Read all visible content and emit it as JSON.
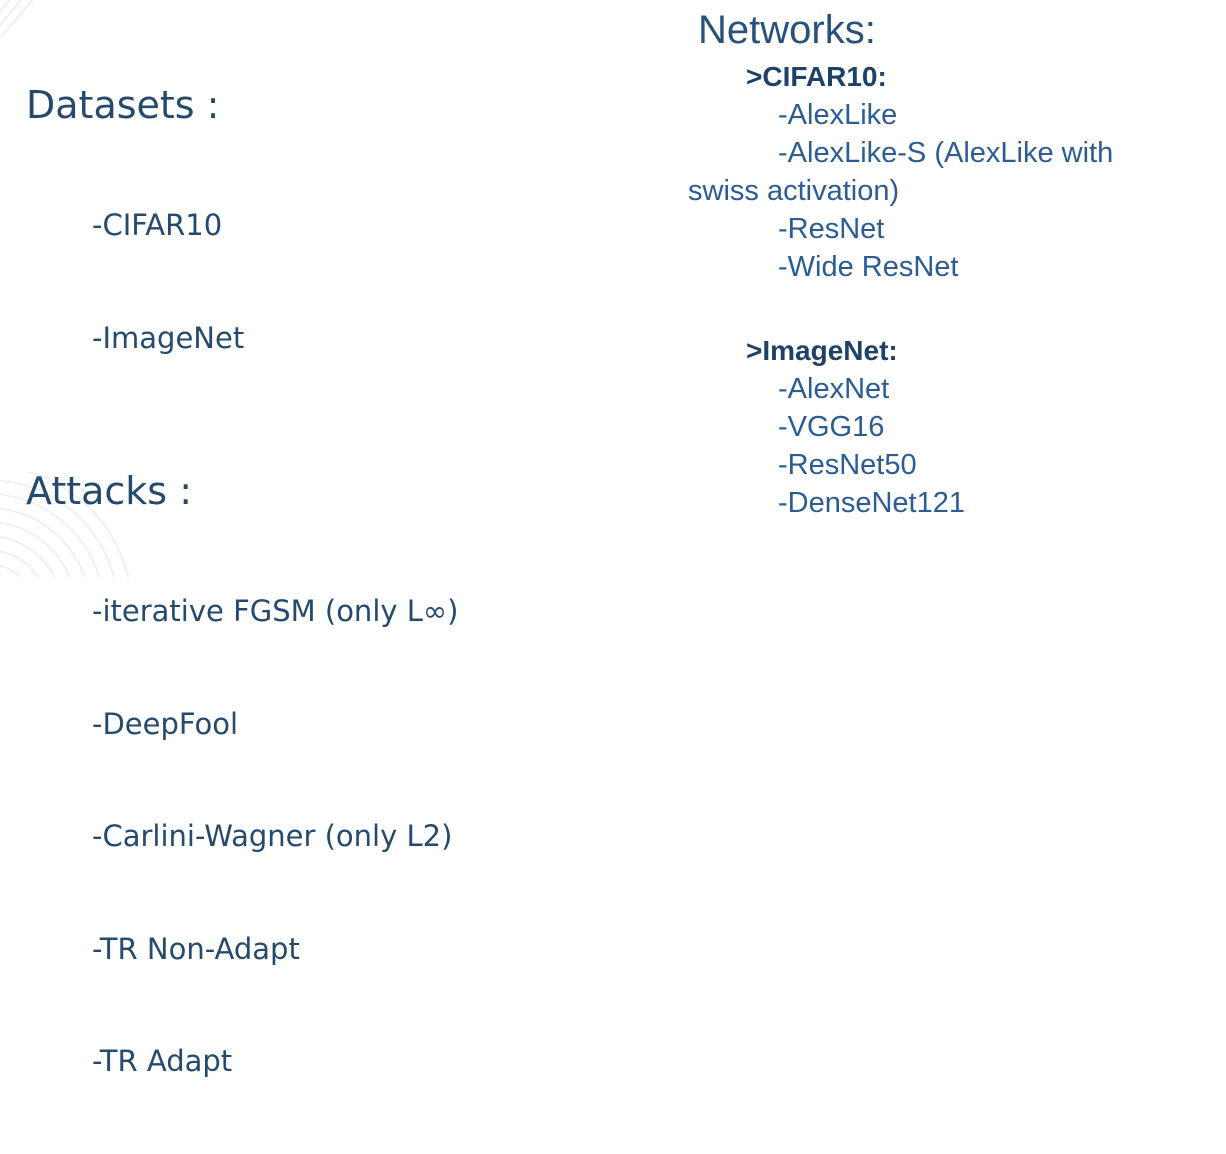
{
  "page": {
    "background": "#ffffff"
  },
  "colors": {
    "left_text": "#254a6e",
    "right_title": "#28527b",
    "right_subheading": "#1e4167",
    "right_text": "#2b5c94",
    "decoration_gray": "#ececec"
  },
  "left_column": {
    "sections": [
      {
        "title": "Datasets :",
        "items": [
          "-CIFAR10",
          "-ImageNet"
        ]
      },
      {
        "title": "Attacks :",
        "items": [
          "-iterative FGSM (only L∞)",
          "-DeepFool",
          "-Carlini-Wagner (only L2)",
          "-TR Non-Adapt",
          "-TR Adapt"
        ]
      }
    ]
  },
  "right_column": {
    "title": "Networks:",
    "groups": [
      {
        "title": ">CIFAR10:",
        "items": [
          "-AlexLike",
          "-AlexLike-S (AlexLike with\nswiss activation)",
          "-ResNet",
          "-Wide ResNet"
        ]
      },
      {
        "title": ">ImageNet:",
        "items": [
          "-AlexNet",
          "-VGG16",
          "-ResNet50",
          "-DenseNet121"
        ]
      }
    ]
  }
}
